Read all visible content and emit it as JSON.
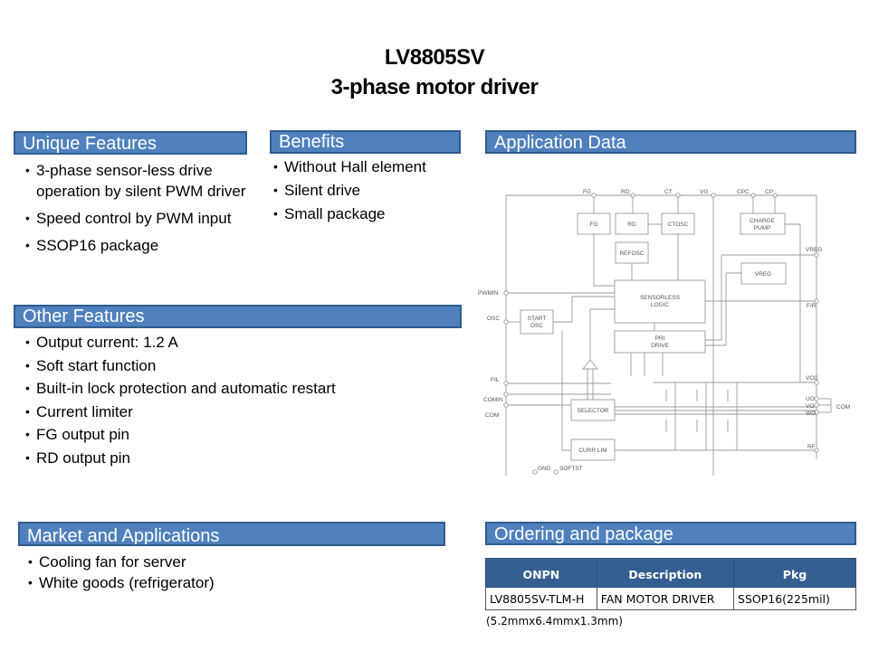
{
  "title": {
    "line1": "LV8805SV",
    "line2": "3-phase motor driver"
  },
  "unique_features": {
    "heading": "Unique Features",
    "items": [
      "3-phase sensor-less drive operation by silent PWM driver",
      "Speed control by PWM input",
      "SSOP16 package"
    ]
  },
  "benefits": {
    "heading": "Benefits",
    "items": [
      "Without Hall element",
      "Silent drive",
      "Small package"
    ]
  },
  "application_data": {
    "heading": "Application Data",
    "diagram": {
      "blocks": {
        "fg": "FG",
        "rd": "RD",
        "ctosc": "CTOSC",
        "charge_pump_1": "CHARGE",
        "charge_pump_2": "PUMP",
        "refosc": "REFOSC",
        "vreg": "VREG",
        "logic_1": "SENSORLESS",
        "logic_2": "LOGIC",
        "start_1": "START",
        "start_2": "OSC",
        "pri_1": "PRI",
        "pri_2": "DRIVE",
        "selector": "SELECTOR",
        "currlim": "CURR LIM"
      },
      "pins": {
        "fg": "FG",
        "rd": "RD",
        "ct": "CT",
        "vg": "VG",
        "cpc": "CPC",
        "cp": "CP",
        "vreg": "VREG",
        "pwmin": "PWMIN",
        "fr": "F/R",
        "osc": "OSC",
        "fil": "FIL",
        "comin": "COMIN",
        "com": "COM",
        "vcc": "VCC",
        "uo": "UO",
        "vo": "VO",
        "wo": "WO",
        "com_out": "COM",
        "rf": "RF",
        "gnd": "GND",
        "softst": "SOFTST"
      }
    }
  },
  "other_features": {
    "heading": "Other Features",
    "items": [
      "Output current: 1.2 A",
      "Soft start function",
      "Built-in lock protection and automatic restart",
      "Current limiter",
      "FG output pin",
      "RD output pin"
    ]
  },
  "market": {
    "heading": "Market and Applications",
    "items": [
      "Cooling fan for server",
      "White goods (refrigerator)"
    ]
  },
  "ordering": {
    "heading": "Ordering and package",
    "columns": [
      "ONPN",
      "Description",
      "Pkg"
    ],
    "rows": [
      [
        "LV8805SV-TLM-H",
        "FAN MOTOR DRIVER",
        "SSOP16(225mil)"
      ]
    ],
    "note": "(5.2mmx6.4mmx1.3mm)"
  },
  "colors": {
    "header_fill": "#4f81bd",
    "header_border": "#2f5c8f",
    "table_header": "#365f91"
  }
}
